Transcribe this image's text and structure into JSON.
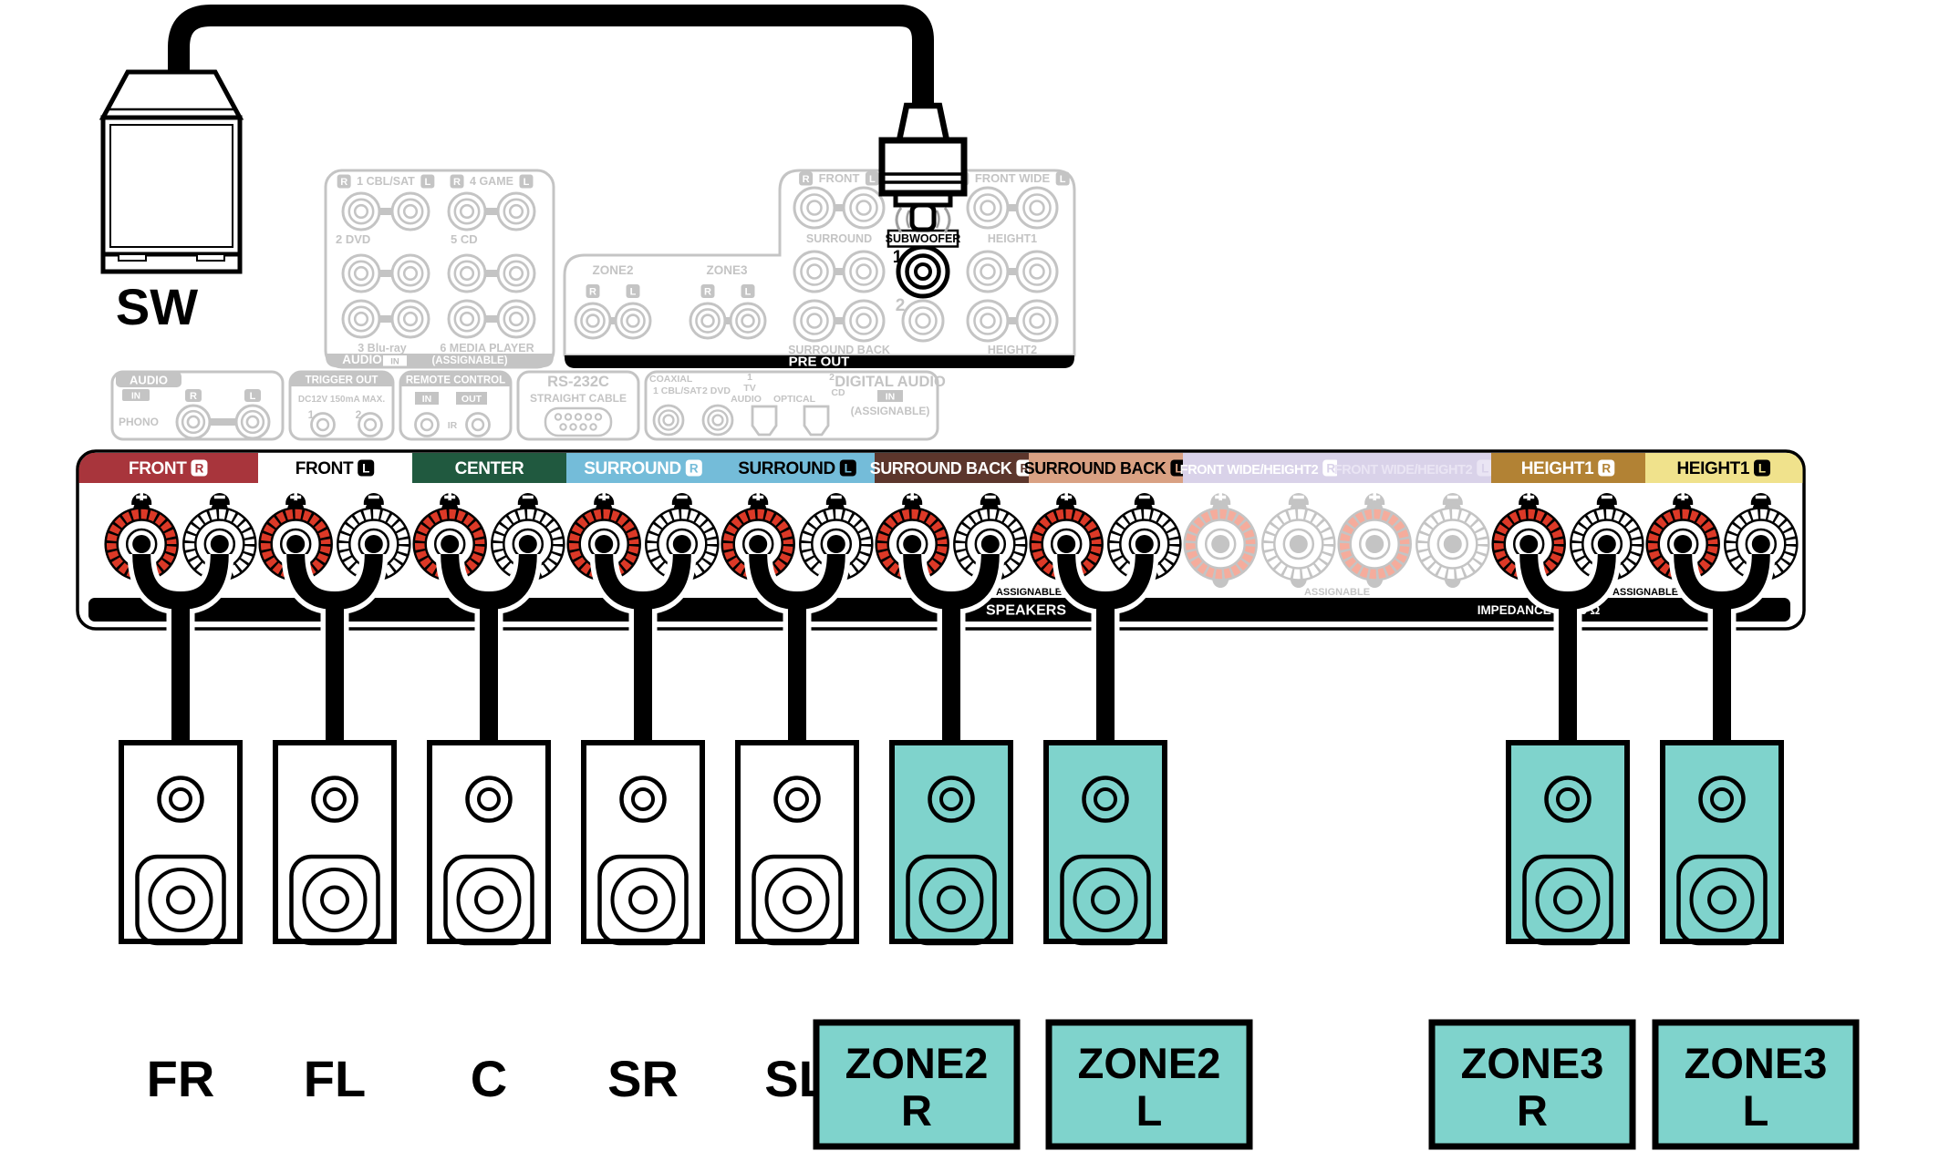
{
  "colors": {
    "teal": "#7FD3CC",
    "post_red": "#DC3927",
    "post_red_faded": "#F5AC9C",
    "faded_grey": "#C4C4C4",
    "panel_black": "#000000"
  },
  "subwoofer": {
    "label": "SW"
  },
  "analog_audio_panel": {
    "cblsat": {
      "r": "R",
      "name": "1 CBL/SAT",
      "l": "L"
    },
    "game": {
      "r": "R",
      "name": "4 GAME",
      "l": "L"
    },
    "dvd": "2 DVD",
    "cd": "5 CD",
    "bluray": "3 Blu-ray",
    "media": "6 MEDIA PLAYER",
    "footer": {
      "title": "AUDIO",
      "badge": "IN",
      "note": "(ASSIGNABLE)"
    }
  },
  "zone_panel": {
    "zone2": "ZONE2",
    "zone3": "ZONE3",
    "channels": [
      "R",
      "L",
      "R",
      "L"
    ]
  },
  "preout_panel": {
    "front": {
      "r": "R",
      "name": "FRONT",
      "l": "L"
    },
    "front_wide": {
      "r": "R",
      "name": "FRONT WIDE",
      "l": "L"
    },
    "surround": "SURROUND",
    "subwoofer": "SUBWOOFER",
    "height1": "HEIGHT1",
    "jack1": "1",
    "jack2": "2",
    "surround_back": "SURROUND BACK",
    "height2": "HEIGHT2",
    "footer": "PRE OUT"
  },
  "io_panels": {
    "audio_in": {
      "title": "AUDIO",
      "badge": "IN",
      "phono": "PHONO",
      "r": "R",
      "l": "L"
    },
    "trigger_out": {
      "title": "TRIGGER OUT",
      "subtitle": "DC12V 150mA MAX.",
      "jack1": "1",
      "jack2": "2"
    },
    "remote_control": {
      "title": "REMOTE CONTROL",
      "in": "IN",
      "out": "OUT",
      "ir": "IR"
    },
    "rs232c": {
      "title": "RS-232C",
      "subtitle": "STRAIGHT CABLE"
    },
    "digital_audio": {
      "coaxial": "COAXIAL",
      "coax1": "1 CBL/SAT",
      "coax2": "2 DVD",
      "opt1_num": "1",
      "opt1_line1": "TV",
      "opt1_line2": "AUDIO",
      "optical": "OPTICAL",
      "opt2_num": "2",
      "opt2": "CD",
      "title": "DIGITAL AUDIO",
      "badge": "IN",
      "note": "(ASSIGNABLE)"
    }
  },
  "speaker_terminals": {
    "labels": [
      {
        "text": "FRONT",
        "ch": "R",
        "bg": "#A8353C",
        "fg": "#FFFFFF"
      },
      {
        "text": "FRONT",
        "ch": "L",
        "bg": "#FFFFFF",
        "fg": "#000000"
      },
      {
        "text": "CENTER",
        "bg": "#20593F",
        "fg": "#FFFFFF"
      },
      {
        "text": "SURROUND",
        "ch": "R",
        "bg": "#74BCD9",
        "fg": "#FFFFFF"
      },
      {
        "text": "SURROUND",
        "ch": "L",
        "bg": "#74BCD9",
        "fg": "#000000"
      },
      {
        "text": "SURROUND BACK",
        "ch": "R",
        "bg": "#5C362C",
        "fg": "#FFFFFF"
      },
      {
        "text": "SURROUND BACK",
        "ch": "L",
        "bg": "#D9A183",
        "fg": "#000000"
      },
      {
        "text": "FRONT WIDE/HEIGHT2",
        "ch": "R",
        "bg": "#D9D2E9",
        "fg": "#FFFFFF",
        "faded": true
      },
      {
        "text": "FRONT WIDE/HEIGHT2",
        "ch": "L",
        "bg": "#D9D2E9",
        "fg": "#EAE5F4",
        "faded": true
      },
      {
        "text": "HEIGHT1",
        "ch": "R",
        "bg": "#B28234",
        "fg": "#FFFFFF"
      },
      {
        "text": "HEIGHT1",
        "ch": "L",
        "bg": "#F0E28C",
        "fg": "#000000"
      }
    ],
    "plus_icon": "+",
    "minus_icon": "−",
    "assignable": "ASSIGNABLE",
    "speakers_bar": "SPEAKERS",
    "impedance": "IMPEDANCE : 4-16 Ω"
  },
  "speakers": {
    "front_labels": [
      "FR",
      "FL",
      "C",
      "SR",
      "SL"
    ],
    "zone_tags": [
      [
        "ZONE2",
        "R"
      ],
      [
        "ZONE2",
        "L"
      ],
      [
        "ZONE3",
        "R"
      ],
      [
        "ZONE3",
        "L"
      ]
    ]
  }
}
